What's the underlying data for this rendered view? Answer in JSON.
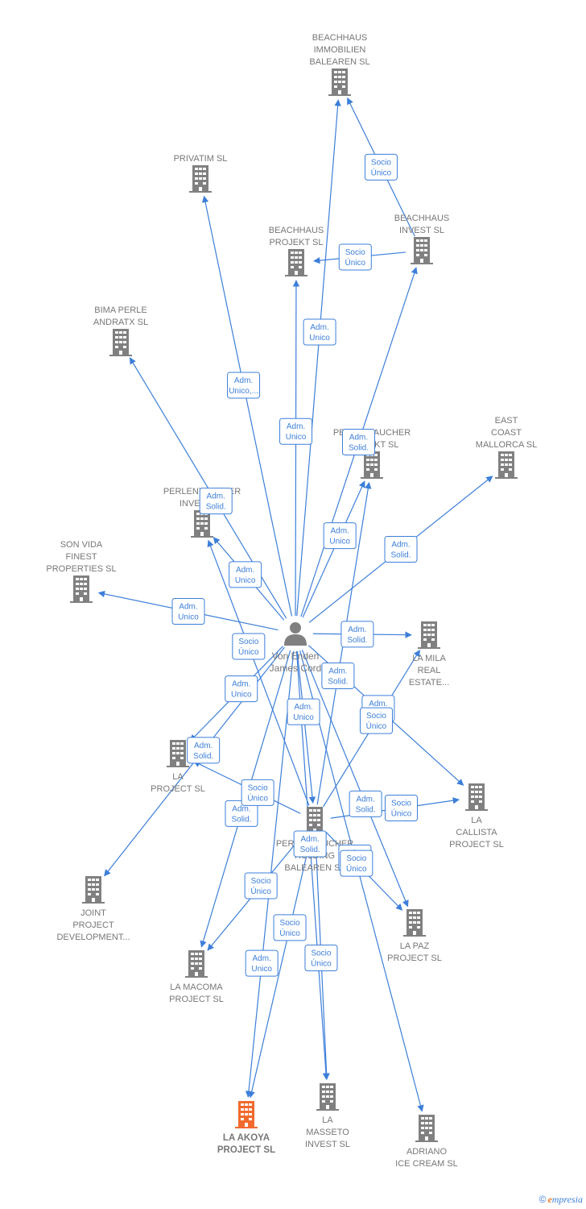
{
  "center": {
    "label_lines": [
      "Von Enden",
      "James Cord"
    ]
  },
  "colors": {
    "edge": "#3d7fd9",
    "node": "#808080",
    "highlight": "#f26a2e"
  },
  "companies": [
    {
      "id": "beachhaus_immobilien",
      "lines": [
        "BEACHHAUS",
        "IMMOBILIEN",
        "BALEAREN  SL"
      ]
    },
    {
      "id": "privatim",
      "lines": [
        "PRIVATIM SL"
      ]
    },
    {
      "id": "beachhaus_projekt",
      "lines": [
        "BEACHHAUS",
        "PROJEKT  SL"
      ]
    },
    {
      "id": "beachhaus_invest",
      "lines": [
        "BEACHHAUS",
        "INVEST  SL"
      ]
    },
    {
      "id": "bima_perle",
      "lines": [
        "BIMA PERLE",
        "ANDRATX  SL"
      ]
    },
    {
      "id": "perlentaucher_projekt",
      "lines": [
        "PERLENTAUCHER",
        "PROJEKT  SL"
      ]
    },
    {
      "id": "east_coast",
      "lines": [
        "EAST",
        "COAST",
        "MALLORCA  SL"
      ]
    },
    {
      "id": "perlentaucher_invest",
      "lines": [
        "PERLENTAUCHER",
        "INVEST  SL"
      ]
    },
    {
      "id": "son_vida",
      "lines": [
        "SON VIDA",
        "FINEST",
        "PROPERTIES SL"
      ]
    },
    {
      "id": "la_mila",
      "lines": [
        "LA MILA",
        "REAL",
        "ESTATE..."
      ]
    },
    {
      "id": "la_project",
      "lines": [
        "LA",
        "PROJECT  SL"
      ]
    },
    {
      "id": "la_callista",
      "lines": [
        "LA",
        "CALLISTA",
        "PROJECT  SL"
      ]
    },
    {
      "id": "perlentaucher_holding",
      "lines": [
        "PERLENTAUCHER",
        "HOLDING",
        "BALEAREN  SL"
      ]
    },
    {
      "id": "joint_project",
      "lines": [
        "JOINT",
        "PROJECT",
        "DEVELOPMENT..."
      ]
    },
    {
      "id": "la_paz",
      "lines": [
        "LA PAZ",
        "PROJECT  SL"
      ]
    },
    {
      "id": "la_macoma",
      "lines": [
        "LA MACOMA",
        "PROJECT  SL"
      ]
    },
    {
      "id": "la_akoya",
      "lines": [
        "LA AKOYA",
        "PROJECT  SL"
      ],
      "highlight": true
    },
    {
      "id": "la_masseto",
      "lines": [
        "LA",
        "MASSETO",
        "INVEST  SL"
      ]
    },
    {
      "id": "adriano",
      "lines": [
        "ADRIANO",
        "ICE CREAM SL"
      ]
    }
  ],
  "edges": [
    {
      "from": "beachhaus_invest",
      "to": "beachhaus_immobilien",
      "label": [
        "Socio",
        "Único"
      ]
    },
    {
      "from": "beachhaus_invest",
      "to": "beachhaus_projekt",
      "label": [
        "Socio",
        "Único"
      ]
    },
    {
      "from": "center",
      "to": "beachhaus_immobilien",
      "label": [
        "Adm.",
        "Unico"
      ]
    },
    {
      "from": "center",
      "to": "privatim",
      "label": [
        "Adm.",
        "Unico,..."
      ]
    },
    {
      "from": "center",
      "to": "beachhaus_projekt",
      "label": [
        "Adm.",
        "Unico"
      ]
    },
    {
      "from": "center",
      "to": "beachhaus_invest",
      "label": [
        "Adm.",
        "Solid."
      ]
    },
    {
      "from": "center",
      "to": "bima_perle",
      "label": [
        "Adm.",
        "Solid."
      ]
    },
    {
      "from": "center",
      "to": "perlentaucher_projekt",
      "label": [
        "Adm.",
        "Unico"
      ]
    },
    {
      "from": "center",
      "to": "east_coast",
      "label": [
        "Adm.",
        "Solid."
      ]
    },
    {
      "from": "center",
      "to": "perlentaucher_invest",
      "label": [
        "Adm.",
        "Unico"
      ]
    },
    {
      "from": "center",
      "to": "son_vida",
      "label": [
        "Adm.",
        "Unico"
      ]
    },
    {
      "from": "center",
      "to": "la_mila",
      "label": [
        "Adm.",
        "Solid."
      ]
    },
    {
      "from": "center",
      "to": "la_project",
      "label": [
        "Adm.",
        "Unico"
      ]
    },
    {
      "from": "center",
      "to": "joint_project",
      "label": [
        "Adm.",
        "Solid."
      ]
    },
    {
      "from": "center",
      "to": "la_callista",
      "label": [
        "Adm.",
        "Solid."
      ]
    },
    {
      "from": "center",
      "to": "perlentaucher_holding",
      "label": [
        "Adm.",
        "Unico"
      ]
    },
    {
      "from": "center",
      "to": "la_macoma",
      "label": [
        "Adm.",
        "Solid."
      ]
    },
    {
      "from": "center",
      "to": "la_akoya",
      "label": [
        "Adm.",
        "Unico"
      ]
    },
    {
      "from": "center",
      "to": "la_masseto",
      "label": [
        "Adm.",
        "Solid."
      ]
    },
    {
      "from": "center",
      "to": "la_paz",
      "label": [
        "Adm.",
        "Solid."
      ]
    },
    {
      "from": "center",
      "to": "adriano",
      "label": [
        "Adm.",
        "Solid."
      ]
    },
    {
      "from": "perlentaucher_holding",
      "to": "perlentaucher_invest",
      "label": [
        "Socio",
        "Único"
      ]
    },
    {
      "from": "perlentaucher_holding",
      "to": "la_mila",
      "label": [
        "Socio",
        "Único"
      ]
    },
    {
      "from": "perlentaucher_holding",
      "to": "perlentaucher_projekt",
      "label": [
        "Adm.",
        "Solid."
      ]
    },
    {
      "from": "perlentaucher_holding",
      "to": "la_project",
      "label": [
        "Socio",
        "Único"
      ]
    },
    {
      "from": "perlentaucher_holding",
      "to": "la_callista",
      "label": [
        "Socio",
        "Único"
      ]
    },
    {
      "from": "perlentaucher_holding",
      "to": "la_macoma",
      "label": [
        "Socio",
        "Único"
      ]
    },
    {
      "from": "perlentaucher_holding",
      "to": "la_akoya",
      "label": [
        "Socio",
        "Único"
      ]
    },
    {
      "from": "perlentaucher_holding",
      "to": "la_masseto",
      "label": [
        "Socio",
        "Único"
      ]
    },
    {
      "from": "perlentaucher_holding",
      "to": "la_paz",
      "label": [
        "Socio",
        "Único"
      ]
    }
  ],
  "footer": {
    "copyright": "©",
    "brand_e": "e",
    "brand_rest": "mpresia"
  }
}
